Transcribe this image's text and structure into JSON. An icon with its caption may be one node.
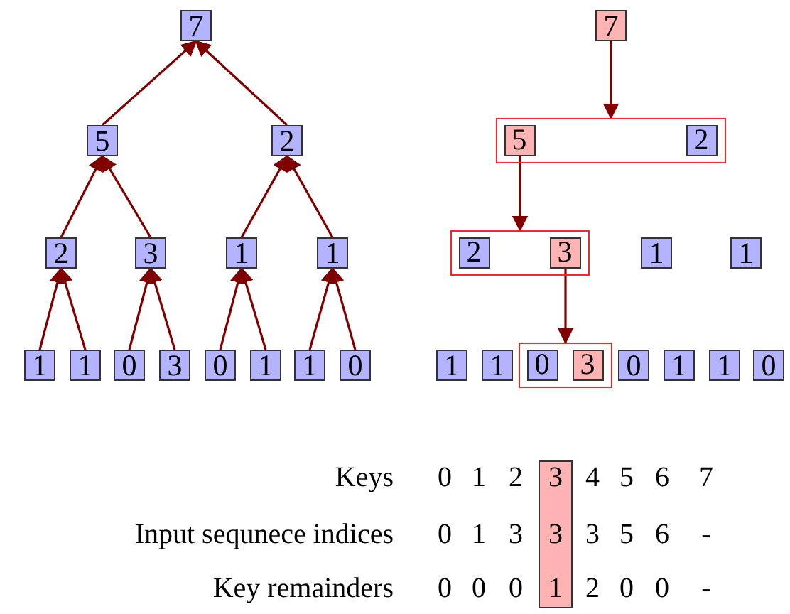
{
  "diagram": {
    "nodes": [
      {
        "text": [
          "7"
        ]
      },
      {
        "text": [
          "5"
        ]
      },
      {
        "text": [
          "2"
        ]
      },
      {
        "text": [
          "2"
        ]
      },
      {
        "text": [
          "3"
        ]
      },
      {
        "text": [
          "1"
        ]
      },
      {
        "text": [
          "1"
        ]
      },
      {
        "text": [
          "1"
        ]
      },
      {
        "text": [
          "1"
        ]
      },
      {
        "text": [
          "0"
        ]
      },
      {
        "text": [
          "3"
        ]
      },
      {
        "text": [
          "0"
        ]
      },
      {
        "text": [
          "1"
        ]
      },
      {
        "text": [
          "1"
        ]
      },
      {
        "text": [
          "0"
        ]
      },
      {
        "text": [
          "7"
        ]
      },
      {
        "text": [],
        "shape": "box"
      },
      {
        "text": [
          "5"
        ],
        "in": 16
      },
      {
        "text": [
          "2"
        ],
        "in": 16
      },
      {
        "text": [],
        "shape": "box"
      },
      {
        "text": [
          "2"
        ],
        "in": 19
      },
      {
        "text": [
          "3"
        ],
        "in": 19
      },
      {
        "text": [
          "1"
        ]
      },
      {
        "text": [
          "1"
        ]
      },
      {
        "text": [
          "1"
        ]
      },
      {
        "text": [
          "1"
        ]
      },
      {
        "text": [],
        "shape": "box"
      },
      {
        "text": [
          "0"
        ],
        "in": 26
      },
      {
        "text": [
          "3"
        ],
        "in": 26
      },
      {
        "text": [
          "0"
        ]
      },
      {
        "text": [
          "1"
        ]
      },
      {
        "text": [
          "1"
        ]
      },
      {
        "text": [
          "0"
        ]
      }
    ],
    "edges": [
      {
        "from": 1,
        "to": 0,
        "arrow": "to"
      },
      {
        "from": 2,
        "to": 0,
        "arrow": "to"
      },
      {
        "from": 3,
        "to": 1,
        "arrow": "to"
      },
      {
        "from": 4,
        "to": 1,
        "arrow": "to"
      },
      {
        "from": 5,
        "to": 2,
        "arrow": "to"
      },
      {
        "from": 6,
        "to": 2,
        "arrow": "to"
      },
      {
        "from": 7,
        "to": 3,
        "arrow": "to"
      },
      {
        "from": 8,
        "to": 3,
        "arrow": "to"
      },
      {
        "from": 9,
        "to": 4,
        "arrow": "to"
      },
      {
        "from": 10,
        "to": 4,
        "arrow": "to"
      },
      {
        "from": 11,
        "to": 5,
        "arrow": "to"
      },
      {
        "from": 12,
        "to": 5,
        "arrow": "to"
      },
      {
        "from": 13,
        "to": 6,
        "arrow": "to"
      },
      {
        "from": 14,
        "to": 6,
        "arrow": "to"
      },
      {
        "from": 15,
        "to": 16,
        "arrow": "to"
      },
      {
        "from": 17,
        "to": 19,
        "arrow": "to"
      },
      {
        "from": 21,
        "to": 26,
        "arrow": "to"
      }
    ],
    "labels": [
      "Keys",
      "0",
      "1",
      "2",
      "3",
      "4",
      "5",
      "6",
      "7",
      "Input sequnece indices",
      "0",
      "1",
      "3",
      "3",
      "3",
      "5",
      "6",
      "-",
      "Key remainders",
      "0",
      "0",
      "0",
      "1",
      "2",
      "0",
      "0",
      "-"
    ]
  }
}
